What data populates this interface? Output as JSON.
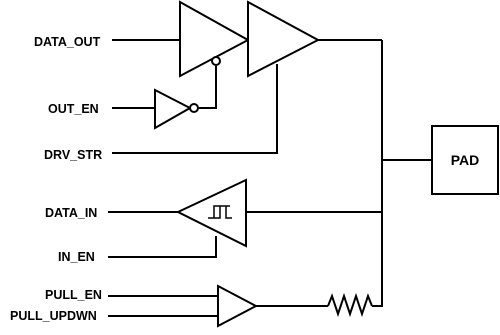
{
  "signals": {
    "data_out": "DATA_OUT",
    "out_en": "OUT_EN",
    "drv_str": "DRV_STR",
    "data_in": "DATA_IN",
    "in_en": "IN_EN",
    "pull_en": "PULL_EN",
    "pull_updwn": "PULL_UPDWN"
  },
  "pad": {
    "label": "PAD"
  },
  "colors": {
    "stroke": "#000000",
    "background": "#ffffff"
  },
  "icons": {
    "output_driver": "triangle-buffer-icon",
    "enable_inverter": "inverter-icon",
    "input_receiver": "schmitt-trigger-buffer-icon",
    "pull_resistor": "resistor-icon"
  }
}
